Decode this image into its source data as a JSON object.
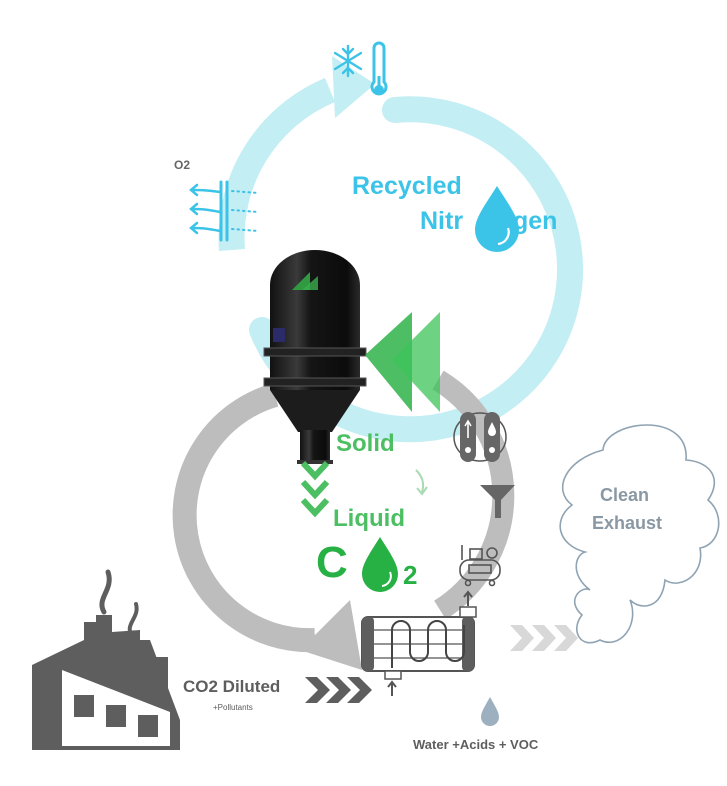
{
  "diagram": {
    "title": "Cryogenic CO2 capture cycle",
    "colors": {
      "nitrogen_cycle": "#c3eef4",
      "nitrogen_text": "#3cc3e8",
      "co2_green": "#27b043",
      "co2_text": "#4dbf63",
      "gas_cycle": "#b9b9b9",
      "dark_gray": "#5e5e5e",
      "exhaust_text": "#8a98a4"
    },
    "labels": {
      "o2": "O2",
      "recycled": "Recycled",
      "nitrogen_prefix": "Nitr",
      "nitrogen_suffix": "gen",
      "solid": "Solid",
      "liquid": "Liquid",
      "co2_c": "C",
      "co2_sub": "2",
      "clean": "Clean",
      "exhaust": "Exhaust",
      "co2_diluted": "CO2 Diluted",
      "pollutants": "+Pollutants",
      "water_acids_voc": "Water +Acids + VOC"
    },
    "icons": {
      "cooling": "snowflake-icon",
      "temperature": "thermometer-icon",
      "oxygen_membrane": "membrane-filter-icon",
      "nitrogen_drop": "water-drop-icon",
      "co2_drop": "liquid-drop-icon",
      "adsorbers": "dryer-columns-icon",
      "filter": "funnel-icon",
      "compressor": "air-compressor-icon",
      "heat_exchanger": "heat-exchanger-icon",
      "factory": "factory-icon",
      "cloud": "cloud-icon",
      "condensate": "droplet-icon"
    }
  }
}
